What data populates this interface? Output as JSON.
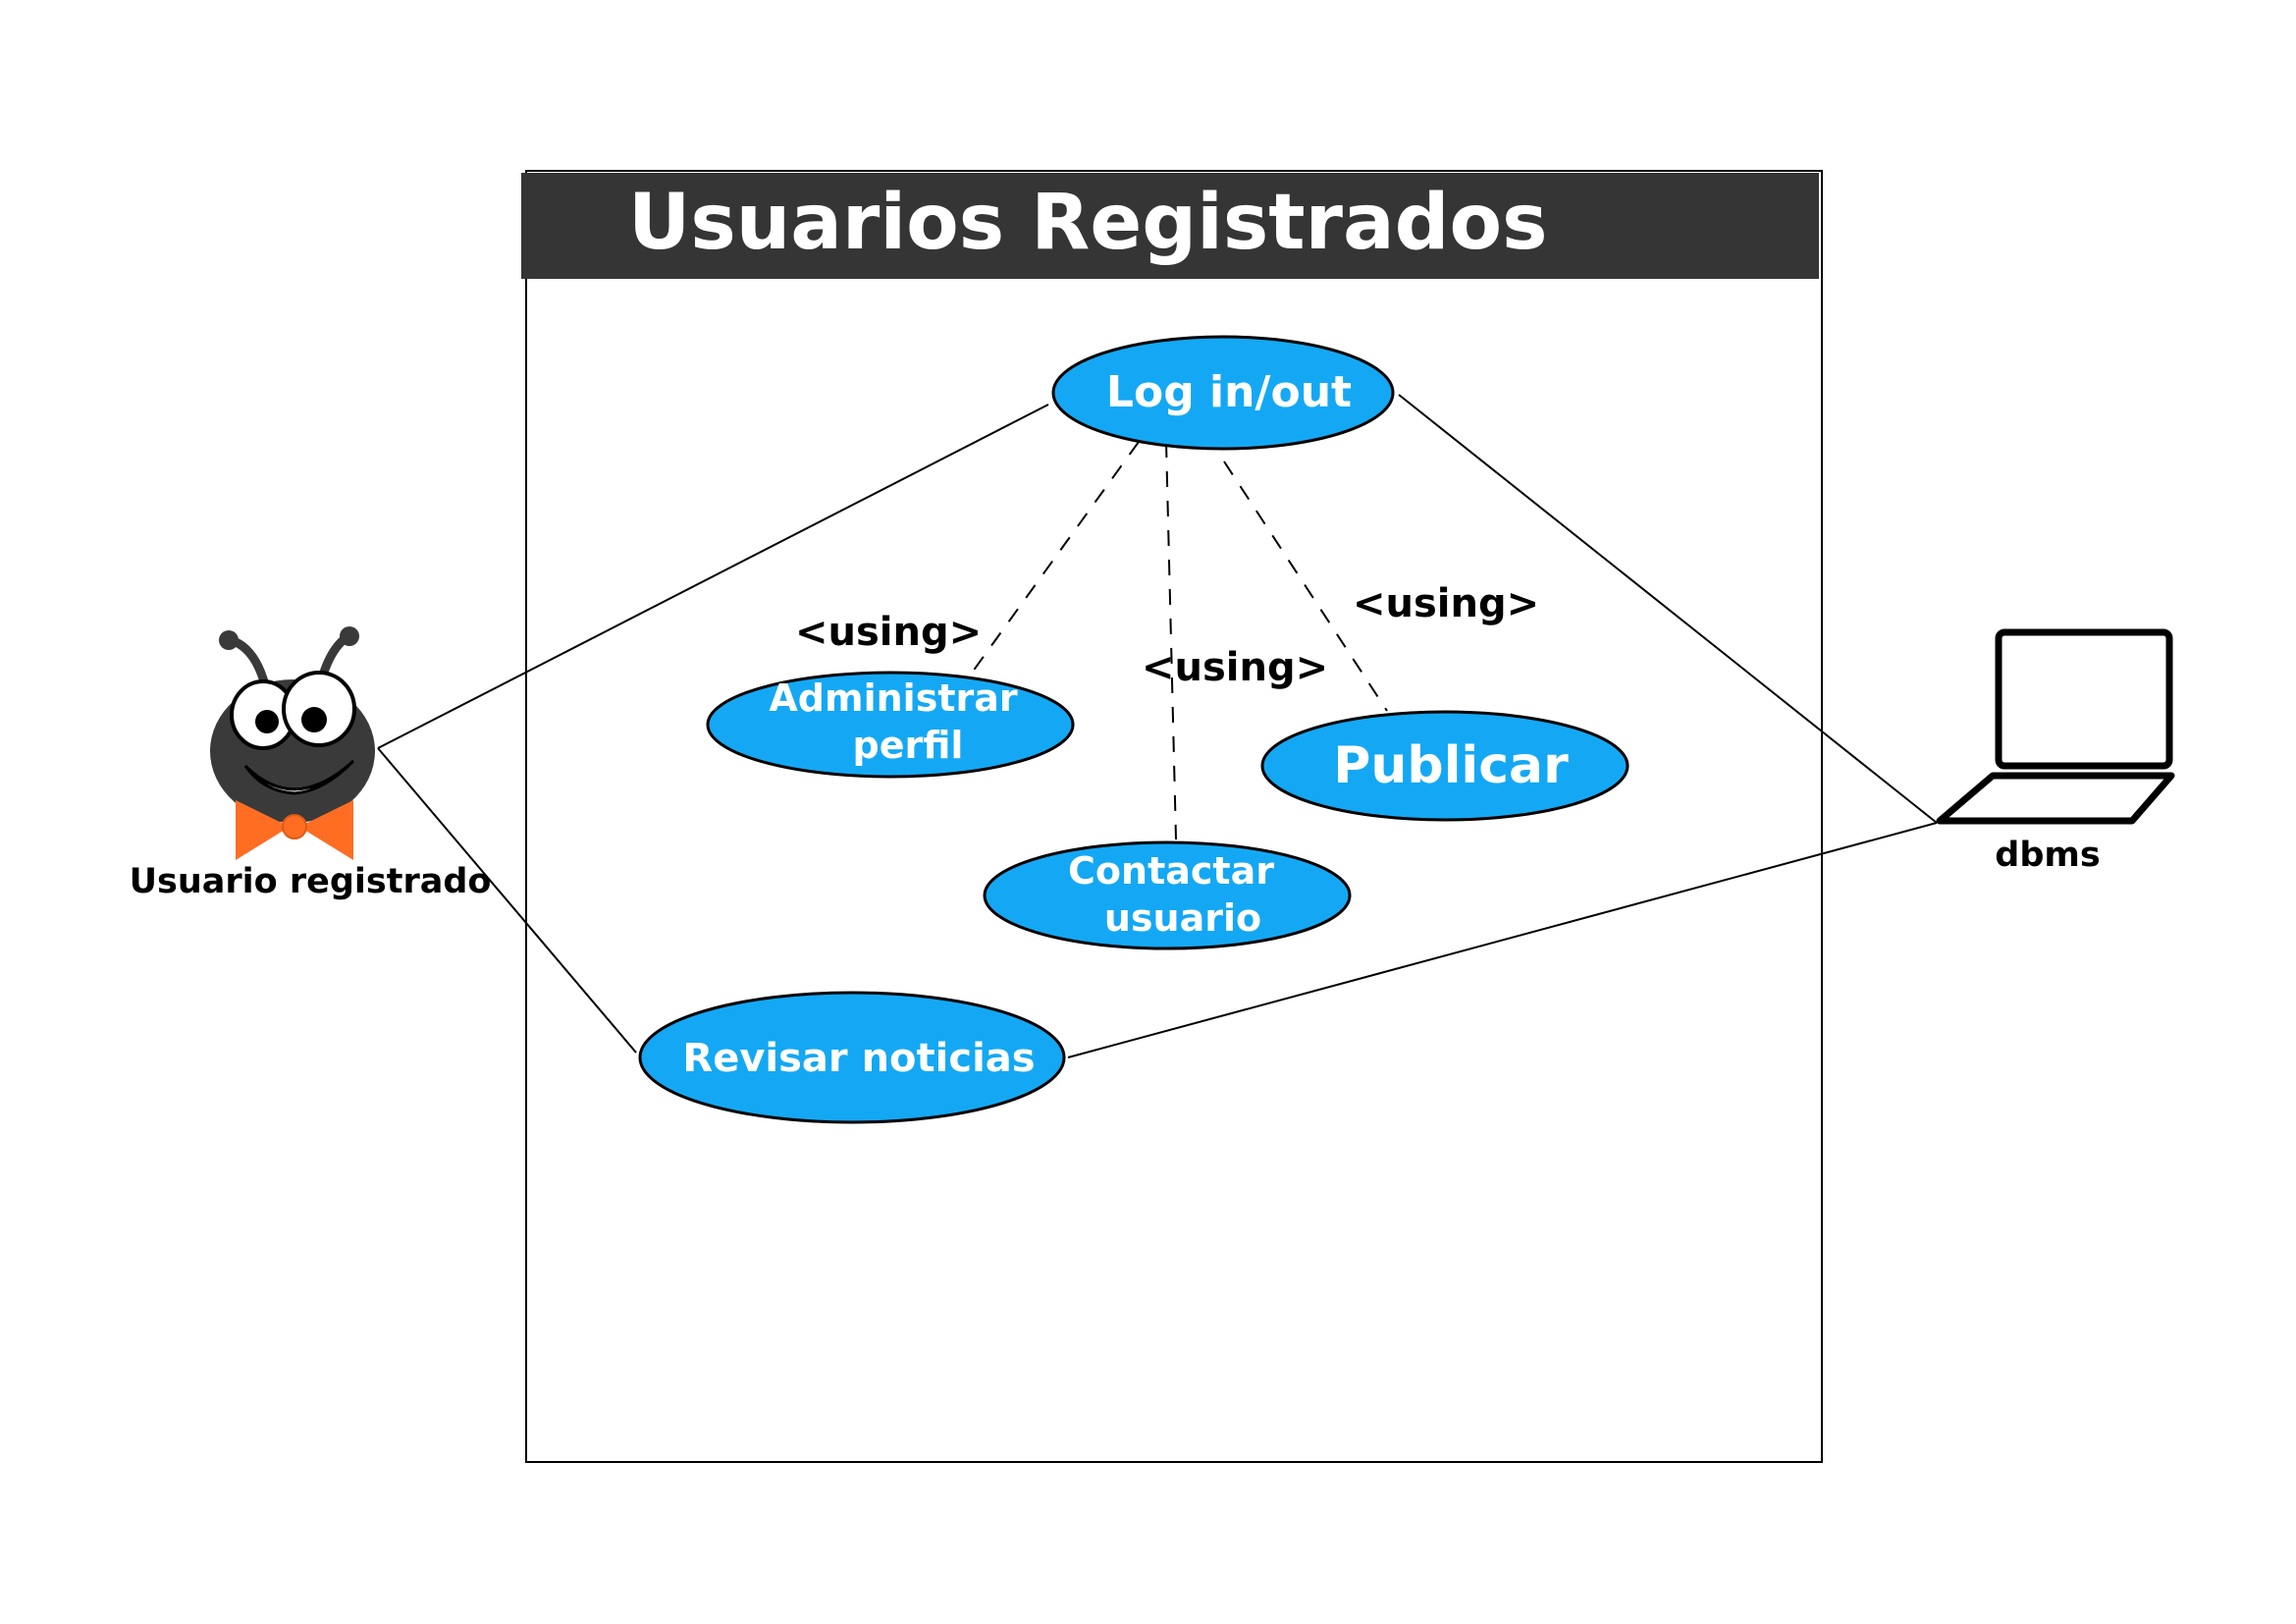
{
  "system": {
    "title": "Usuarios Registrados"
  },
  "actors": {
    "user": {
      "label": "Usuario registrado",
      "icon": "ant-mascot-icon"
    },
    "dbms": {
      "label": "dbms",
      "icon": "laptop-icon"
    }
  },
  "use_cases": {
    "login": "Log in/out",
    "admin_line1": "Administrar",
    "admin_line2": "perfil",
    "publicar": "Publicar",
    "contact_line1": "Contactar",
    "contact_line2": "usuario",
    "news": "Revisar noticias"
  },
  "relations": {
    "using_admin": "<using>",
    "using_contact": "<using>",
    "using_publicar": "<using>"
  },
  "colors": {
    "use_case_fill": "#14a8f4",
    "title_bar": "#353535",
    "mascot_body": "#3a3a3a",
    "bow_tie": "#ff6d23"
  }
}
